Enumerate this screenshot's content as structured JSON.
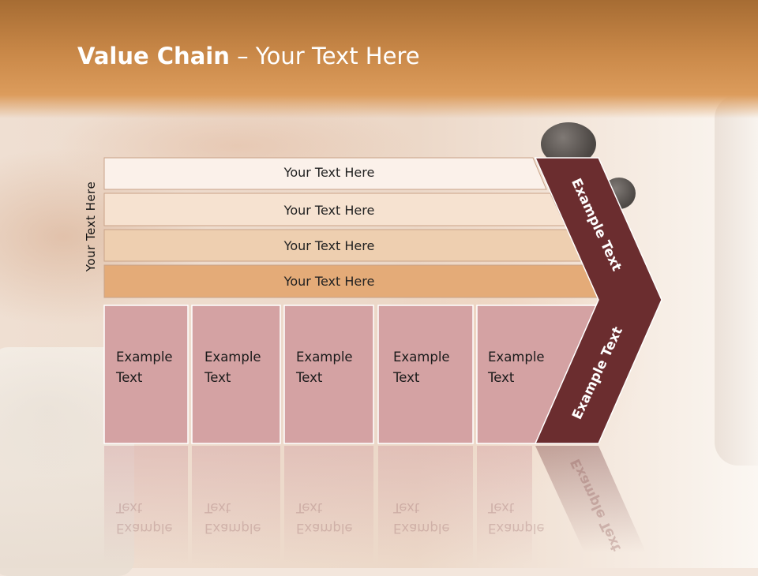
{
  "slide": {
    "title_bold": "Value Chain",
    "title_rest": " – Your Text Here",
    "side_label": "Your Text Here"
  },
  "support_rows": [
    {
      "label": "Your Text Here",
      "fill": "#fbf1ea"
    },
    {
      "label": "Your Text Here",
      "fill": "#f6e2d0"
    },
    {
      "label": "Your Text Here",
      "fill": "#eecfb0"
    },
    {
      "label": "Your Text Here",
      "fill": "#e4ab78"
    }
  ],
  "primary_boxes": [
    {
      "line1": "Example",
      "line2": "Text"
    },
    {
      "line1": "Example",
      "line2": "Text"
    },
    {
      "line1": "Example",
      "line2": "Text"
    },
    {
      "line1": "Example",
      "line2": "Text"
    },
    {
      "line1": "Example",
      "line2": "Text"
    }
  ],
  "margin_labels": {
    "upper": "Example Text",
    "lower": "Example Text"
  },
  "colors": {
    "box_fill": "#d4a2a3",
    "box_border": "#ffffff",
    "chevron": "#6b2d2f",
    "header": "#c98848"
  }
}
